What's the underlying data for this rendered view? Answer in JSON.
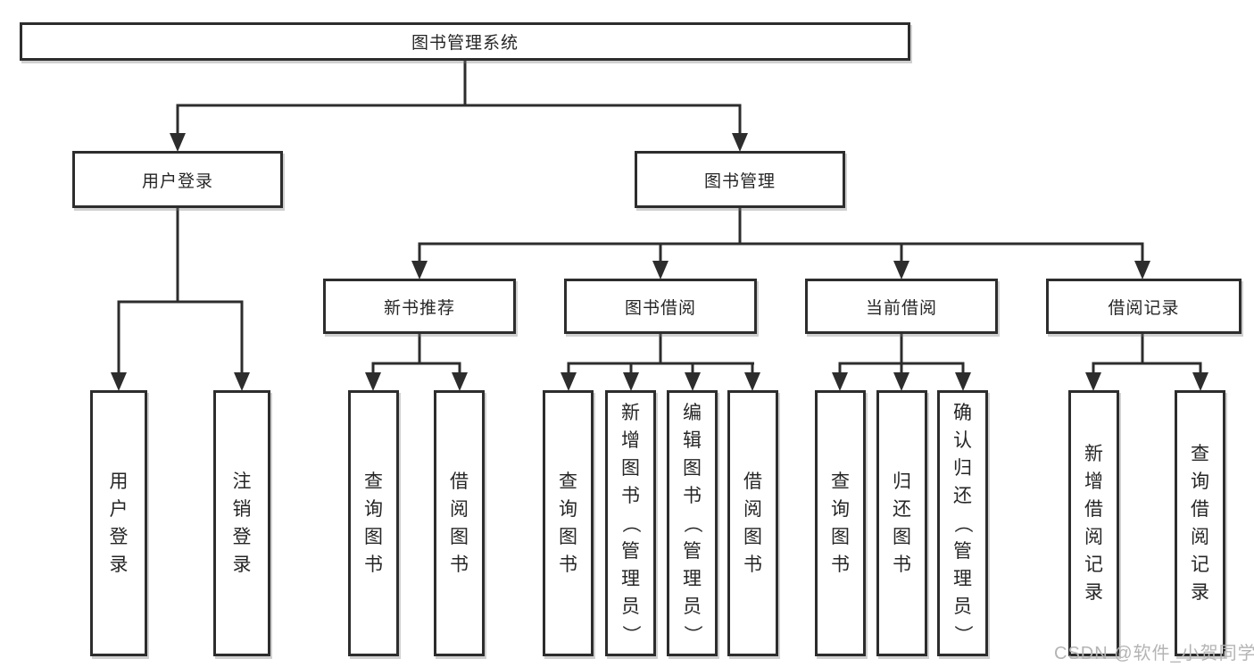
{
  "tree": {
    "label": "图书管理系统",
    "children": [
      {
        "label": "用户登录",
        "children": [
          {
            "label": "用户登录"
          },
          {
            "label": "注销登录"
          }
        ]
      },
      {
        "label": "图书管理",
        "children": [
          {
            "label": "新书推荐",
            "children": [
              {
                "label": "查询图书"
              },
              {
                "label": "借阅图书"
              }
            ]
          },
          {
            "label": "图书借阅",
            "children": [
              {
                "label": "查询图书"
              },
              {
                "label": "新增图书（管理员）"
              },
              {
                "label": "编辑图书（管理员）"
              },
              {
                "label": "借阅图书"
              }
            ]
          },
          {
            "label": "当前借阅",
            "children": [
              {
                "label": "查询图书"
              },
              {
                "label": "归还图书"
              },
              {
                "label": "确认归还（管理员）"
              }
            ]
          },
          {
            "label": "借阅记录",
            "children": [
              {
                "label": "新增借阅记录"
              },
              {
                "label": "查询借阅记录"
              }
            ]
          }
        ]
      }
    ]
  },
  "watermark": {
    "text": "CSDN @软件_小贺同学"
  },
  "colors": {
    "line": "#2d2d2d",
    "box_border": "#2d2d2d",
    "text": "#262626",
    "background": "#ffffff",
    "watermark": "#b4b4b4"
  }
}
